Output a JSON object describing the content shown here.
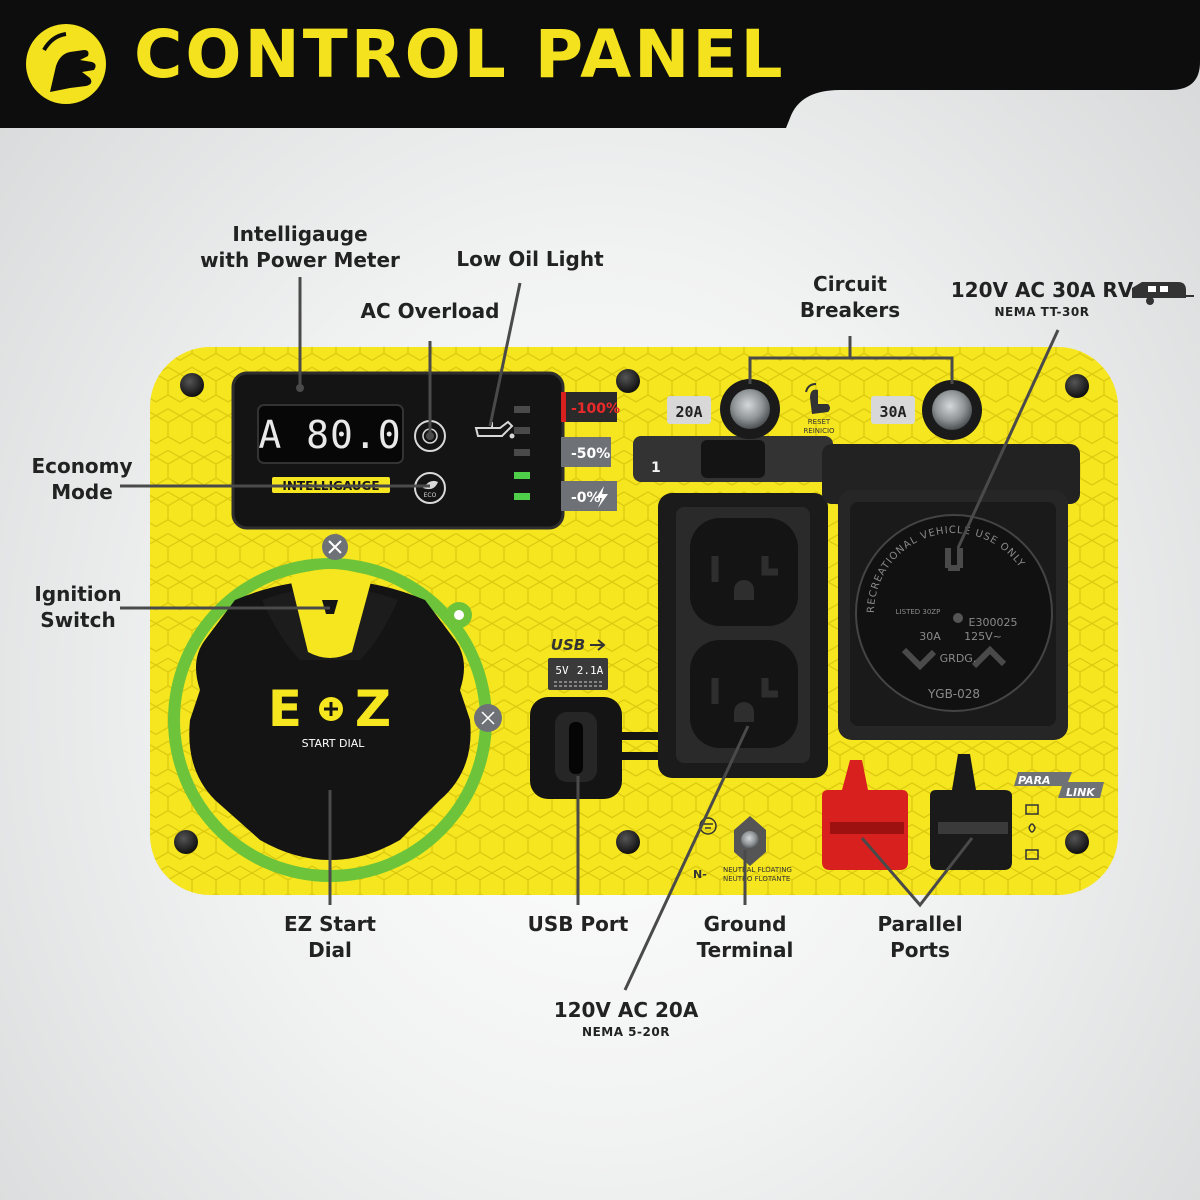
{
  "header": {
    "title": "CONTROL PANEL"
  },
  "colors": {
    "panel_yellow": "#f6e61f",
    "header_black": "#0d0d0d",
    "title_yellow": "#f3e21d",
    "eco_green": "#6dc43a",
    "red_port": "#d8201f"
  },
  "callouts": {
    "intelligauge": [
      "Intelligauge",
      "with Power Meter"
    ],
    "low_oil": "Low Oil Light",
    "ac_overload": "AC Overload",
    "circuit_breakers": [
      "Circuit",
      "Breakers"
    ],
    "rv_outlet": {
      "title": "120V AC 30A RV",
      "sub": "NEMA TT-30R"
    },
    "economy_mode": [
      "Economy",
      "Mode"
    ],
    "ignition_switch": [
      "Ignition",
      "Switch"
    ],
    "ez_start_dial": [
      "EZ Start",
      "Dial"
    ],
    "usb_port": "USB Port",
    "ground_terminal": [
      "Ground",
      "Terminal"
    ],
    "parallel_ports": [
      "Parallel",
      "Ports"
    ],
    "duplex_outlet": {
      "title": "120V AC 20A",
      "sub": "NEMA 5-20R"
    }
  },
  "panel": {
    "display_readout": "A 80.0",
    "gauge_levels": [
      "-100%",
      "-50%",
      "-0%"
    ],
    "eco_label": "ECO",
    "intelligauge_logo": "INTELLIGAUGE",
    "breaker_20": "20A",
    "breaker_30": "30A",
    "reset_text": [
      "RESET",
      "REINICIO"
    ],
    "usb_label": "USB",
    "usb_rating": [
      "5V",
      "2.1A"
    ],
    "ez_logo": {
      "left": "E",
      "right": "Z"
    },
    "start_dial_text": "START DIAL",
    "rv_ring_text": "RECREATIONAL VEHICLE USE ONLY",
    "rv_specs": [
      "E300025",
      "30A",
      "125V~",
      "GRDG."
    ],
    "rv_model": "YGB-028",
    "ul_text": "LISTED 30ZP",
    "neutral_text": [
      "NEUTRAL FLOATING",
      "NEUTRO FLOTANTE"
    ],
    "n_ground": "N-",
    "paralink": [
      "PARA",
      "LINK"
    ]
  }
}
